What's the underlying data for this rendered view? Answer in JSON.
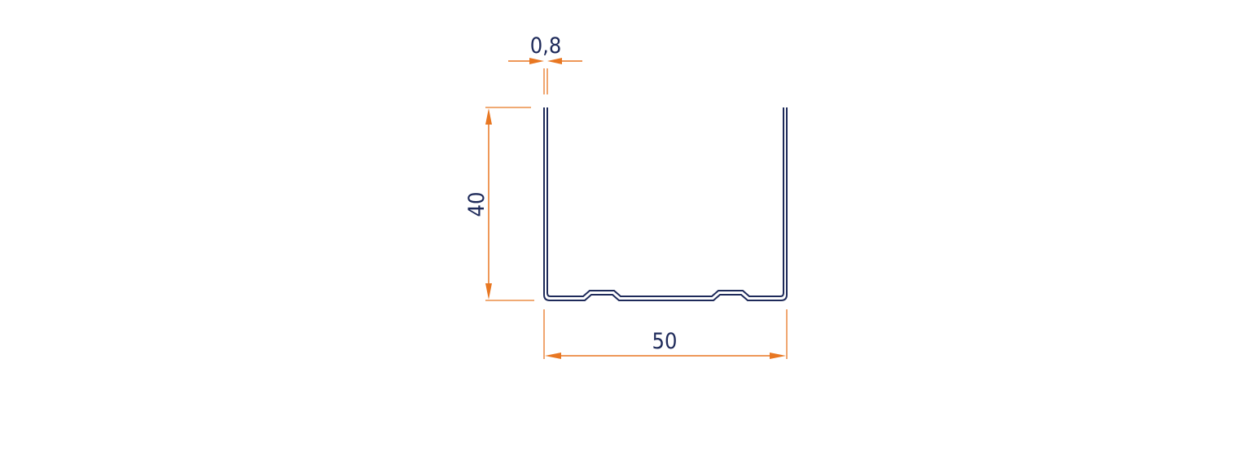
{
  "dimensions": {
    "thickness": "0,8",
    "height": "40",
    "width": "50"
  },
  "colors": {
    "dimension_line": "#e87722",
    "profile_line": "#1e2a5a",
    "text": "#1e2a5a"
  }
}
